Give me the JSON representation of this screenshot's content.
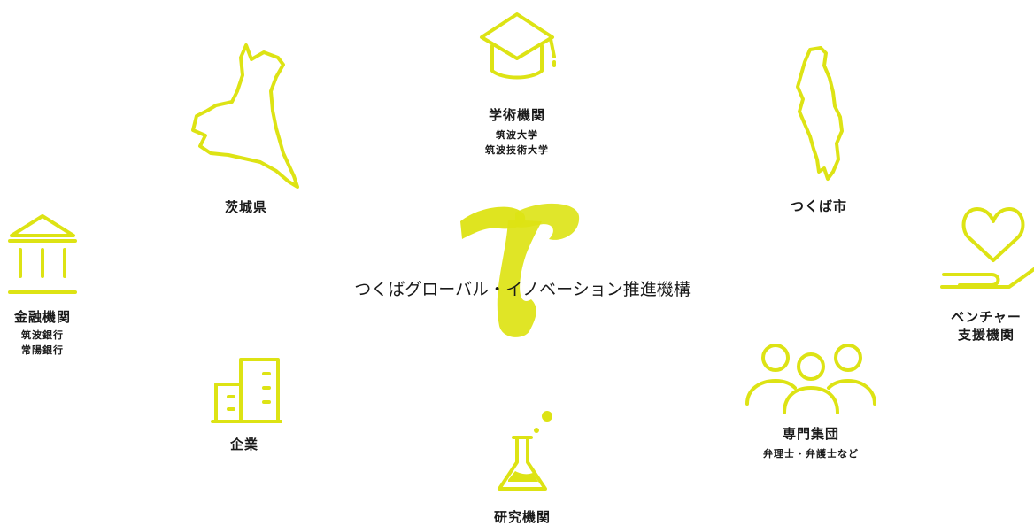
{
  "colors": {
    "accent": "#dde314",
    "text": "#1a1a1a",
    "background": "#ffffff"
  },
  "center": {
    "label": "つくばグローバル・イノベーション推進機構",
    "icon": "ribbon-logo"
  },
  "nodes": {
    "academic": {
      "title": "学術機関",
      "lines": [
        "筑波大学",
        "筑波技術大学"
      ],
      "icon": "graduation-cap-icon"
    },
    "ibaraki": {
      "title": "茨城県",
      "lines": [],
      "icon": "ibaraki-map-icon"
    },
    "tsukuba_city": {
      "title": "つくば市",
      "lines": [],
      "icon": "tsukuba-map-icon"
    },
    "finance": {
      "title": "金融機関",
      "lines": [
        "筑波銀行",
        "常陽銀行"
      ],
      "icon": "bank-icon"
    },
    "venture": {
      "title": "ベンチャー",
      "title2": "支援機関",
      "lines": [],
      "icon": "heart-hand-icon"
    },
    "company": {
      "title": "企業",
      "lines": [],
      "icon": "building-icon"
    },
    "professional": {
      "title": "専門集団",
      "lines": [
        "弁理士・弁護士など"
      ],
      "icon": "people-icon"
    },
    "research": {
      "title": "研究機関",
      "lines": [],
      "icon": "flask-icon"
    }
  }
}
